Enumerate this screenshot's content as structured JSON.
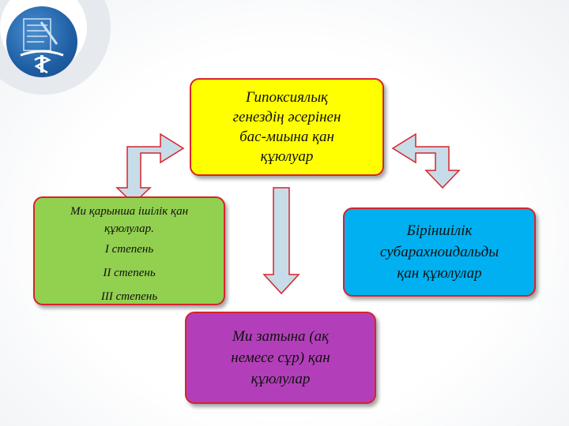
{
  "logo": {
    "icon": "medical-caduceus-logo"
  },
  "top_box": {
    "lines": [
      "Гипоксиялық",
      "генездің әсерінен",
      "бас-миына қан",
      "құюлуар"
    ]
  },
  "left_box": {
    "lines": [
      "Ми қарынша ішілік қан",
      "құюлулар.",
      "I степень",
      "II степень",
      "III степень"
    ]
  },
  "right_box": {
    "lines": [
      "Біріншілік",
      "субарахноидальды",
      "қан құюлулар"
    ]
  },
  "bottom_box": {
    "lines": [
      "Ми затына (ақ",
      "немесе сұр) қан",
      "құюлулар"
    ]
  },
  "colors": {
    "top": "#ffff00",
    "left": "#92d050",
    "right": "#00b0f0",
    "bottom": "#b23fb9",
    "border": "#d8232a",
    "arrow": "#c7dce9"
  }
}
